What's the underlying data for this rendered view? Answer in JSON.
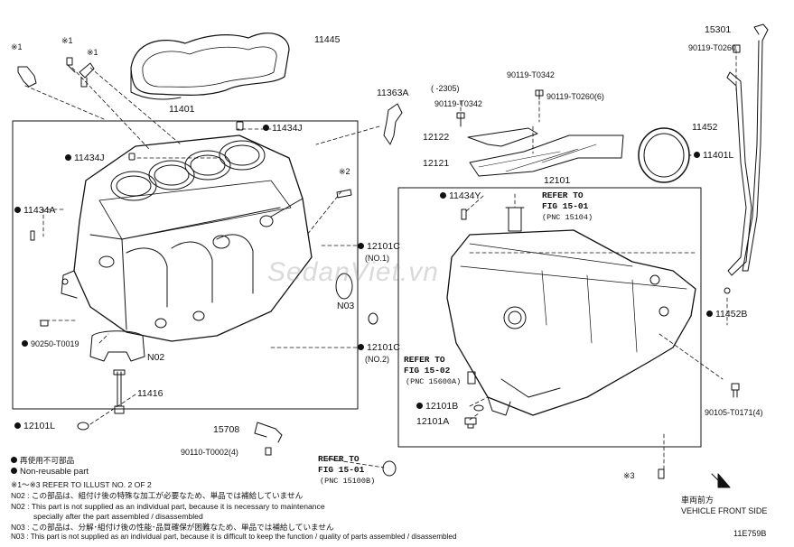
{
  "diagram_id": "11E759B",
  "watermark": "SedanViet.vn",
  "part_labels": {
    "p11445": "11445",
    "p11401": "11401",
    "p11434J_a": "11434J",
    "p11434J_b": "11434J",
    "p11434A": "11434A",
    "p11363A": "11363A",
    "p15301": "15301",
    "p90119_T0260": "90119-T0260",
    "p11452": "11452",
    "p11401L": "11401L",
    "p11452B": "11452B",
    "p90105": "90105-T0171(4)",
    "p12122": "12122",
    "p12121": "12121",
    "p12101": "12101",
    "p11434Y": "11434Y",
    "p12101C_1": "12101C",
    "no1": "(NO.1)",
    "p12101C_2": "12101C",
    "no2": "(NO.2)",
    "n03": "N03",
    "n02": "N02",
    "p90250": "90250-T0019",
    "p11416": "11416",
    "p12101L": "12101L",
    "p15708": "15708",
    "p90110": "90110-T0002(4)",
    "p12101B": "12101B",
    "p12101A": "12101A",
    "p2305": "( -2305)",
    "p90119_T0342_a": "90119-T0342",
    "p90119_T0342_b": "90119-T0342",
    "p90119_T0260_6": "90119-T0260(6)",
    "mark1a": "※1",
    "mark1b": "※1",
    "mark1c": "※1",
    "mark2": "※2",
    "mark3": "※3"
  },
  "refs": {
    "r15104_a": "REFER TO",
    "r15104_b": "FIG 15-01",
    "r15104_c": "(PNC 15104)",
    "r15600_a": "REFER TO",
    "r15600_b": "FIG 15-02",
    "r15600_c": "(PNC 15600A)",
    "r15100_a": "REFER TO",
    "r15100_b": "FIG 15-01",
    "r15100_c": "(PNC 15100B)"
  },
  "legend": {
    "jp_notsupplied": "再使用不可部品",
    "nonreusable": "Non-reusable part",
    "refer_illust": "※1～※3 REFER TO ILLUST NO. 2 OF 2",
    "n02_jp": "N02 : この部品は、組付け後の特殊な加工が必要なため、単品では補給していません",
    "n02_en1": "N02 : This part is not supplied as an individual part, because it is necessary to maintenance",
    "n02_en2": "specially after the part assembled / disassembled",
    "n03_jp": "N03 : この部品は、分解･組付け後の性能･品質確保が困難なため、単品では補給していません",
    "n03_en": "N03 : This part is not supplied as an individual part, because it is difficult to keep the function / quality of parts assembled / disassembled"
  },
  "vehicle_front": {
    "jp": "車両前方",
    "en": "VEHICLE FRONT SIDE"
  }
}
